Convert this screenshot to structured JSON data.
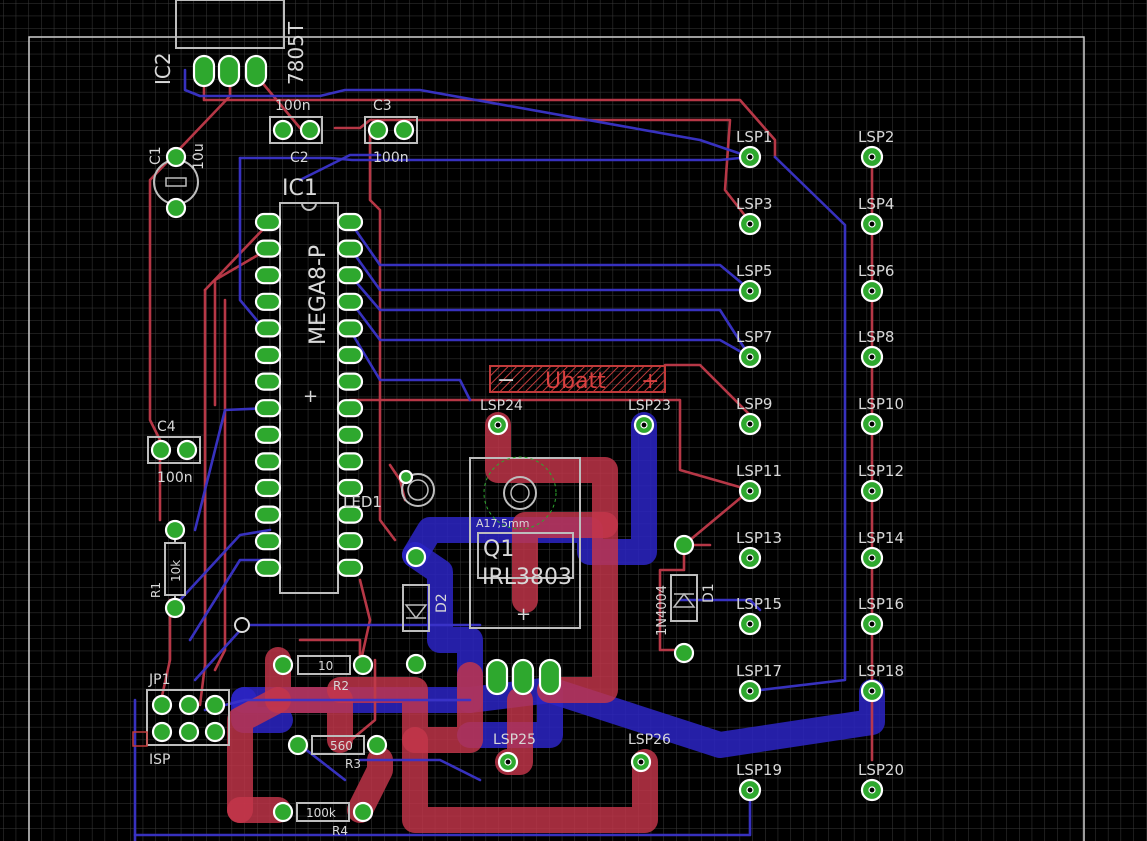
{
  "board": {
    "components": {
      "ic2": {
        "name": "IC2",
        "value": "7805T"
      },
      "ic1": {
        "name": "IC1",
        "value": "MEGA8-P"
      },
      "c1": {
        "name": "C1",
        "value": "10u"
      },
      "c2": {
        "name": "C2",
        "value": "100n"
      },
      "c3": {
        "name": "C3",
        "value": "100n"
      },
      "c4": {
        "name": "C4",
        "value": "100n"
      },
      "r1": {
        "name": "R1",
        "value": "10k"
      },
      "r2": {
        "name": "R2",
        "value": "10"
      },
      "r3": {
        "name": "R3",
        "value": "560"
      },
      "r4": {
        "name": "R4",
        "value": "100k"
      },
      "d1": {
        "name": "D1",
        "value": "1N4004"
      },
      "d2": {
        "name": "D2"
      },
      "q1": {
        "name": "Q1",
        "value": "IRL3803",
        "hole": "A17,5mm"
      },
      "led1": {
        "name": "LED1"
      },
      "jp1": {
        "name": "JP1",
        "value": "ISP"
      },
      "ubatt": {
        "label": "Ubatt",
        "minus": "−",
        "plus": "+"
      }
    },
    "lsp_labels": [
      "LSP1",
      "LSP2",
      "LSP3",
      "LSP4",
      "LSP5",
      "LSP6",
      "LSP7",
      "LSP8",
      "LSP9",
      "LSP10",
      "LSP11",
      "LSP12",
      "LSP13",
      "LSP14",
      "LSP15",
      "LSP16",
      "LSP17",
      "LSP18",
      "LSP19",
      "LSP20"
    ],
    "lsp_center": {
      "lsp24": "LSP24",
      "lsp23": "LSP23",
      "lsp25": "LSP25",
      "lsp26": "LSP26"
    },
    "colors": {
      "background": "#000000",
      "grid": "#3a3a3a",
      "top_copper": "#c4364a",
      "bottom_copper": "#2b25c4",
      "pad": "#2ea82e",
      "silkscreen": "#d8d8d8"
    }
  }
}
